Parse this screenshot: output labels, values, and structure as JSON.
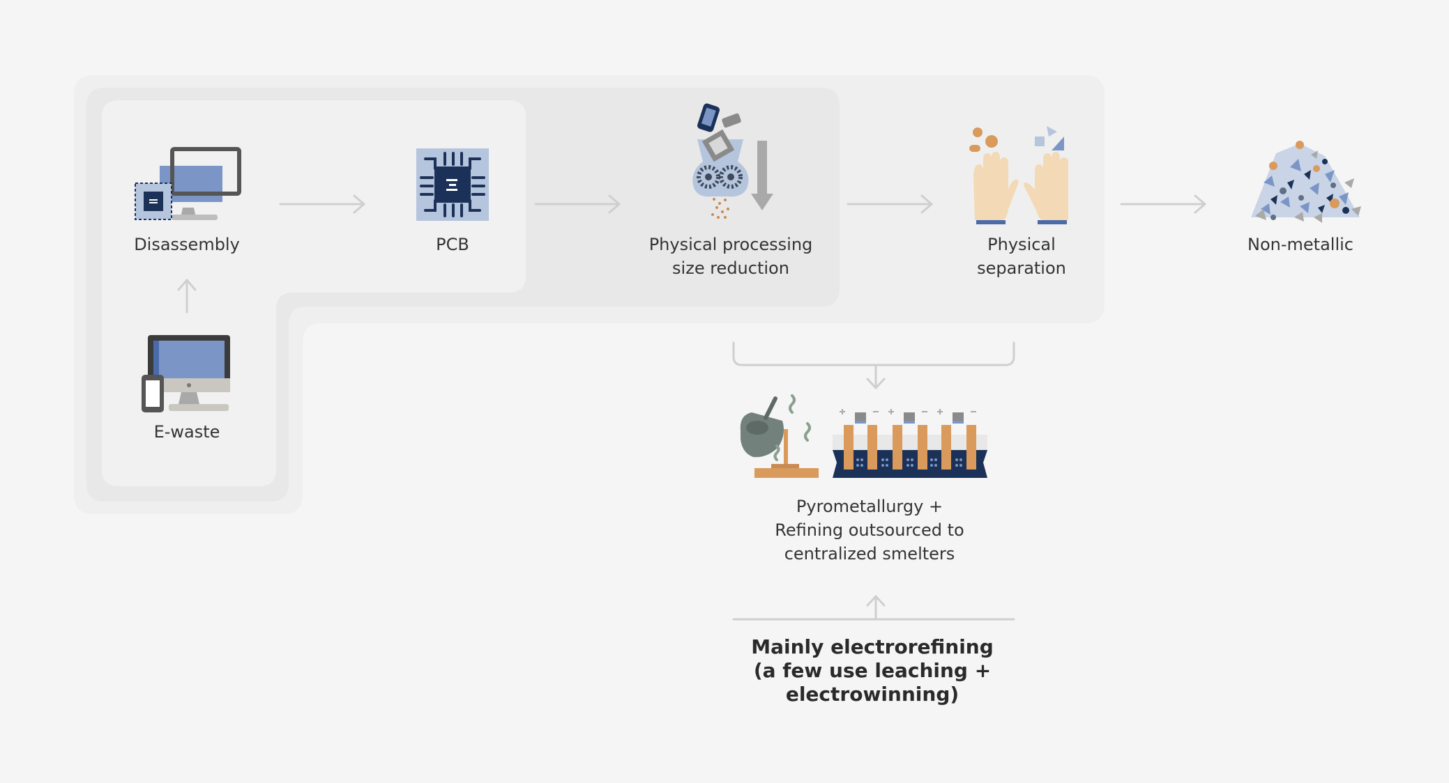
{
  "diagram": {
    "nodes": {
      "disassembly": {
        "label": "Disassembly",
        "icon": "computer-with-chip-icon"
      },
      "pcb": {
        "label": "PCB",
        "icon": "circuit-board-icon"
      },
      "physical_processing": {
        "line1": "Physical processing",
        "line2": "size reduction",
        "icon": "shredder-icon"
      },
      "physical_separation": {
        "line1": "Physical",
        "line2": "separation",
        "icon": "hands-sorting-icon"
      },
      "non_metallic": {
        "label": "Non-metallic",
        "icon": "debris-pile-icon"
      },
      "e_waste": {
        "label": "E-waste",
        "icon": "monitor-and-phone-icon"
      },
      "pyrometallurgy": {
        "line1": "Pyrometallurgy +",
        "line2": "Refining outsourced to",
        "line3": "centralized smelters",
        "icons": [
          "ladle-pouring-icon",
          "electrolysis-tank-icon"
        ]
      },
      "electrorefining": {
        "line1": "Mainly electrorefining",
        "line2": "(a few use leaching +",
        "line3": "electrowinning)"
      }
    },
    "colors": {
      "background": "#f5f5f5",
      "zone_outer": "#efefef",
      "zone_middle": "#e8e8e8",
      "zone_inner": "#f1f1f1",
      "arrow": "#cfcfcf",
      "navy": "#1b3157",
      "blue": "#7b96c6",
      "copper": "#d99a5c",
      "skin": "#f3d9b5"
    }
  }
}
